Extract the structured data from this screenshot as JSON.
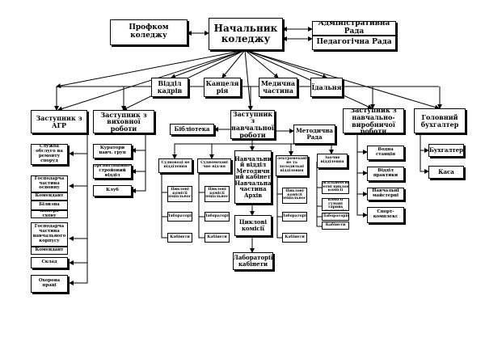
{
  "top": {
    "head": "Начальник коледжу",
    "union": "Профком коледжу",
    "admin_council": "Адміністративна Рада",
    "ped_council": "Педагогічна Рада"
  },
  "departments": {
    "staff": "Відділ кадрів",
    "office": "Канцеля рія",
    "medical": "Медична частина",
    "canteen": "Їдальня"
  },
  "deputies": {
    "agr": "Заступник з АГР",
    "educ": "Заступник з виховної роботи",
    "study": "Заступник з навчальної роботи",
    "prod": "Заступник з навчально-виробничої роботи",
    "account": "Головний бухгалтер"
  },
  "agr_items": [
    "Служба обслуго ва ремонту споруд",
    "Господарча частина основну",
    "Комендант",
    "Білизна",
    "Камера схову",
    "Господарча частина навчального корпусу",
    "Комендант",
    "Склад",
    "Охорона праці"
  ],
  "educ_items": [
    "Куратори навч. груп",
    "Організаційно-стройовий відділ",
    "Клуб"
  ],
  "study_branch": {
    "library": "Бібліотека",
    "method": "Методична Рада",
    "center": "Навчальни й відділ Методичн ий кабінет Навчальна частина Архів",
    "cycle": "Циклові комісії",
    "labs": "Лабораторії кабінети"
  },
  "study_columns": [
    {
      "head": "Судноводі не відділення",
      "cyc": "Циклові комісії спеціальності",
      "lab": "Лабораторії",
      "cab": "Кабінети"
    },
    {
      "head": "Судномехані чне від-ня",
      "cyc": "Циклові комісії спеціальності",
      "lab": "Лабораторії",
      "cab": "Кабінети"
    },
    {
      "head": "Електромеханіч не та холодильні відділення",
      "cyc": "Циклові комісії спеціальності",
      "lab": "Лабораторії",
      "cab": "Кабінети"
    }
  ],
  "extramural": {
    "head": "Заочне відділення",
    "general": "Загальноосвіт чотні циклові комісії",
    "cycle": "Циклові комісії гумані тарних дисциплін",
    "labs": "Лабораторії",
    "cabs": "Кабінети"
  },
  "prod_items": [
    "Водна станція",
    "Відділ практики",
    "Навчальні майстерні",
    "Спорт-комплекс"
  ],
  "account_items": [
    "Бухгалтер",
    "Каса"
  ]
}
